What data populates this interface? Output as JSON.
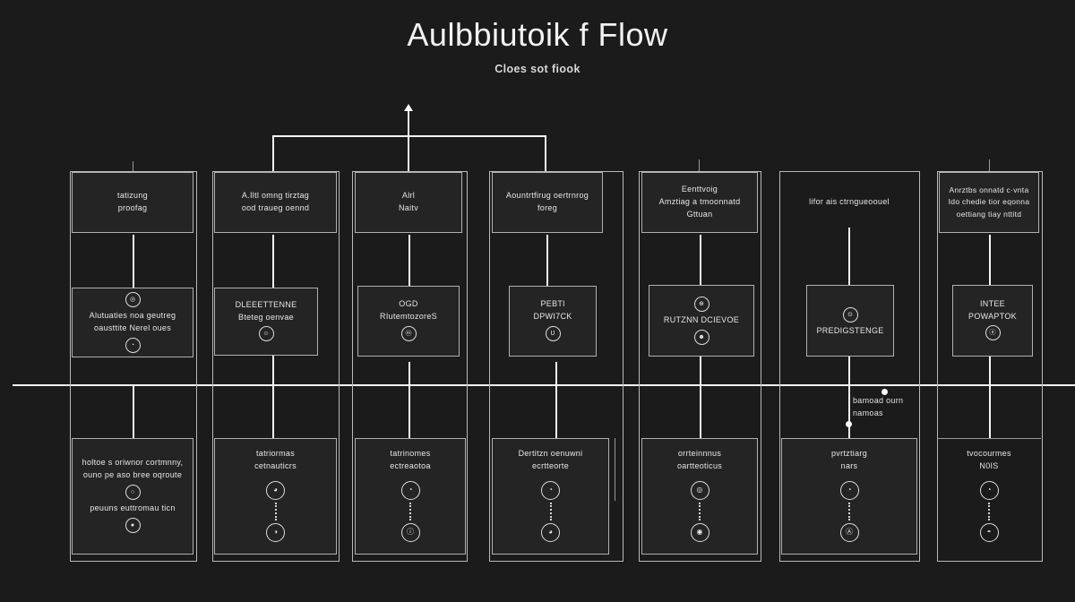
{
  "header": {
    "title": "Aulbbiutoik f Flow",
    "subtitle": "Cloes sot fiook"
  },
  "colors": {
    "background": "#1b1b1b",
    "node_fill": "#242424",
    "node_border": "#b0b0b0",
    "connector": "#f4f4f4",
    "connector_dim": "#9a9a9a",
    "text": "#e8e8e8"
  },
  "annotation": {
    "line1": "bamoad ourn",
    "line2": "namoas"
  },
  "columns": [
    {
      "id": "col-1",
      "top": {
        "lines": [
          "tatizung",
          "proofag"
        ],
        "icons": []
      },
      "middle": {
        "lines": [
          "Alutuaties noa geutreg",
          "oausttite Nerel oues"
        ],
        "icon_top": "gear-icon",
        "icon_top_glyph": "◎",
        "icon_bottom": "cloud-icon",
        "icon_bottom_glyph": "◔"
      },
      "bottom": {
        "lines": [
          "holtoe s oriwnor cortmnny,",
          "ouno pe aso bree oqroute"
        ],
        "extra_line": "peuuns euttromau ticn",
        "icon_upper": "disc-icon",
        "icon_upper_glyph": "○",
        "icon_lower": "dot-icon",
        "icon_lower_glyph": "●",
        "style": "stacked"
      }
    },
    {
      "id": "col-2",
      "top": {
        "lines": [
          "A.Iltl omng tirztag",
          "ood traueg oennd"
        ],
        "icons": []
      },
      "middle": {
        "lines": [
          "DLEEETTENNE",
          "Bteteg oenvae"
        ],
        "icon_top": null,
        "icon_top_glyph": "",
        "icon_bottom": "face-icon",
        "icon_bottom_glyph": "☺"
      },
      "bottom": {
        "lines": [
          "tatriormas",
          "cetnauticrs"
        ],
        "extra_line": "",
        "icon_upper": "node-icon",
        "icon_upper_glyph": "◕",
        "icon_lower": "node-icon",
        "icon_lower_glyph": "◑",
        "style": "pair"
      }
    },
    {
      "id": "col-3",
      "top": {
        "lines": [
          "Alrl",
          "Naitv"
        ],
        "icons": []
      },
      "middle": {
        "lines": [
          "OGD",
          "RIutemtozoreS"
        ],
        "icon_top": null,
        "icon_top_glyph": "",
        "icon_bottom": "pill-icon",
        "icon_bottom_glyph": "ⓜ"
      },
      "bottom": {
        "lines": [
          "tatrinomes",
          "ectreaotoa"
        ],
        "extra_line": "",
        "icon_upper": "node-icon",
        "icon_upper_glyph": "◔",
        "icon_lower": "node-icon",
        "icon_lower_glyph": "ⓘ",
        "style": "pair"
      }
    },
    {
      "id": "col-4",
      "top": {
        "lines": [
          "Aountrtfirug oertrnrog",
          "foreg"
        ],
        "icons": []
      },
      "middle": {
        "lines": [
          "PEBTl",
          "DPWI7CK"
        ],
        "icon_top": null,
        "icon_top_glyph": "",
        "icon_bottom": "u-icon",
        "icon_bottom_glyph": "Ʋ"
      },
      "bottom": {
        "lines": [
          "Dertitzn oenuwni",
          "ecrtteorte"
        ],
        "extra_line": "",
        "icon_upper": "node-icon",
        "icon_upper_glyph": "◔",
        "icon_lower": "node-icon",
        "icon_lower_glyph": "◕",
        "style": "pair"
      }
    },
    {
      "id": "col-5",
      "top": {
        "lines": [
          "Eenttvoig",
          "Amztiag a tmoonnatd",
          "Gttuan"
        ],
        "icons": []
      },
      "middle": {
        "lines": [
          "RUTZNN DCIEVOE"
        ],
        "icon_top": "plus-circle-icon",
        "icon_top_glyph": "⊕",
        "icon_bottom": "face-icon",
        "icon_bottom_glyph": "☻"
      },
      "bottom": {
        "lines": [
          "orrteinnnus",
          "oartteoticus"
        ],
        "extra_line": "",
        "icon_upper": "ring-icon",
        "icon_upper_glyph": "◎",
        "icon_lower": "ring-icon",
        "icon_lower_glyph": "◉",
        "style": "pair"
      }
    },
    {
      "id": "col-6",
      "top": {
        "lines": [
          "lifor ais ctrngueoouel"
        ],
        "icons": [],
        "borderless": true
      },
      "middle": {
        "lines": [
          "PREDIGSTENGE"
        ],
        "icon_top": "target-icon",
        "icon_top_glyph": "⊙",
        "icon_bottom": null,
        "icon_bottom_glyph": ""
      },
      "bottom": {
        "lines": [
          "pvrtztiarg",
          "nars"
        ],
        "extra_line": "",
        "icon_upper": "node-icon",
        "icon_upper_glyph": "◔",
        "icon_lower": "node-icon",
        "icon_lower_glyph": "Ⓐ",
        "style": "pair"
      }
    },
    {
      "id": "col-7",
      "top": {
        "lines": [
          "Anrztbs onnatd c·vnta",
          "Ido chedie tior eqonna",
          "oettiang tiay nttitd"
        ],
        "icons": []
      },
      "middle": {
        "lines": [
          "INTEE",
          "POWAPTOK"
        ],
        "icon_top": null,
        "icon_top_glyph": "",
        "icon_bottom": "a-icon",
        "icon_bottom_glyph": "ⓐ"
      },
      "bottom": {
        "lines": [
          "tvocourmes",
          "N0IS"
        ],
        "extra_line": "",
        "icon_upper": "node-icon",
        "icon_upper_glyph": "◔",
        "icon_lower": "node-icon",
        "icon_lower_glyph": "◓",
        "style": "pair",
        "borderless": true
      }
    }
  ]
}
